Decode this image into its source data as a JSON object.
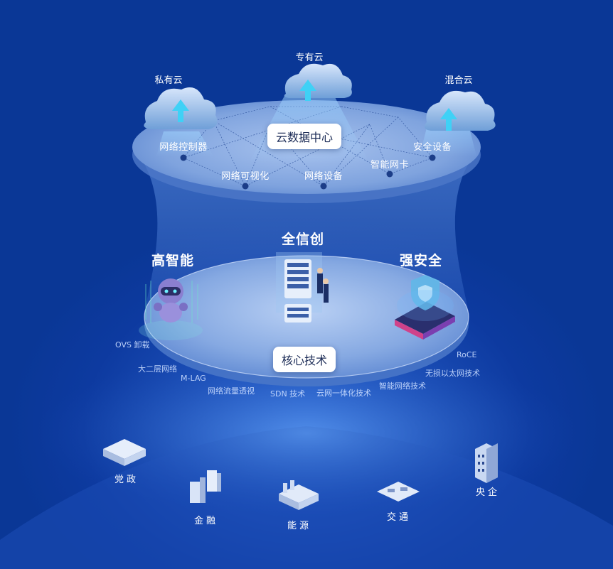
{
  "clouds": [
    {
      "label": "私有云"
    },
    {
      "label": "专有云"
    },
    {
      "label": "混合云"
    }
  ],
  "top_layer": {
    "center_label": "云数据中心",
    "nodes": [
      {
        "label": "网络控制器"
      },
      {
        "label": "网络可视化"
      },
      {
        "label": "网络设备"
      },
      {
        "label": "智能网卡"
      },
      {
        "label": "安全设备"
      }
    ]
  },
  "middle_layer": {
    "center_title": "全信创",
    "left_title": "高智能",
    "right_title": "强安全",
    "core_label": "核心技术",
    "technologies": [
      {
        "label": "OVS 卸载"
      },
      {
        "label": "大二层网络"
      },
      {
        "label": "M-LAG"
      },
      {
        "label": "网络流量透视"
      },
      {
        "label": "SDN 技术"
      },
      {
        "label": "云网一体化技术"
      },
      {
        "label": "智能网络技术"
      },
      {
        "label": "无损以太网技术"
      },
      {
        "label": "RoCE"
      }
    ]
  },
  "industries": [
    {
      "label": "党政"
    },
    {
      "label": "金融"
    },
    {
      "label": "能源"
    },
    {
      "label": "交通"
    },
    {
      "label": "央企"
    }
  ],
  "colors": {
    "background": "#0a3796",
    "disc": "#6f97d6",
    "accent": "#5ad0ff",
    "pill": "#ffffff"
  }
}
